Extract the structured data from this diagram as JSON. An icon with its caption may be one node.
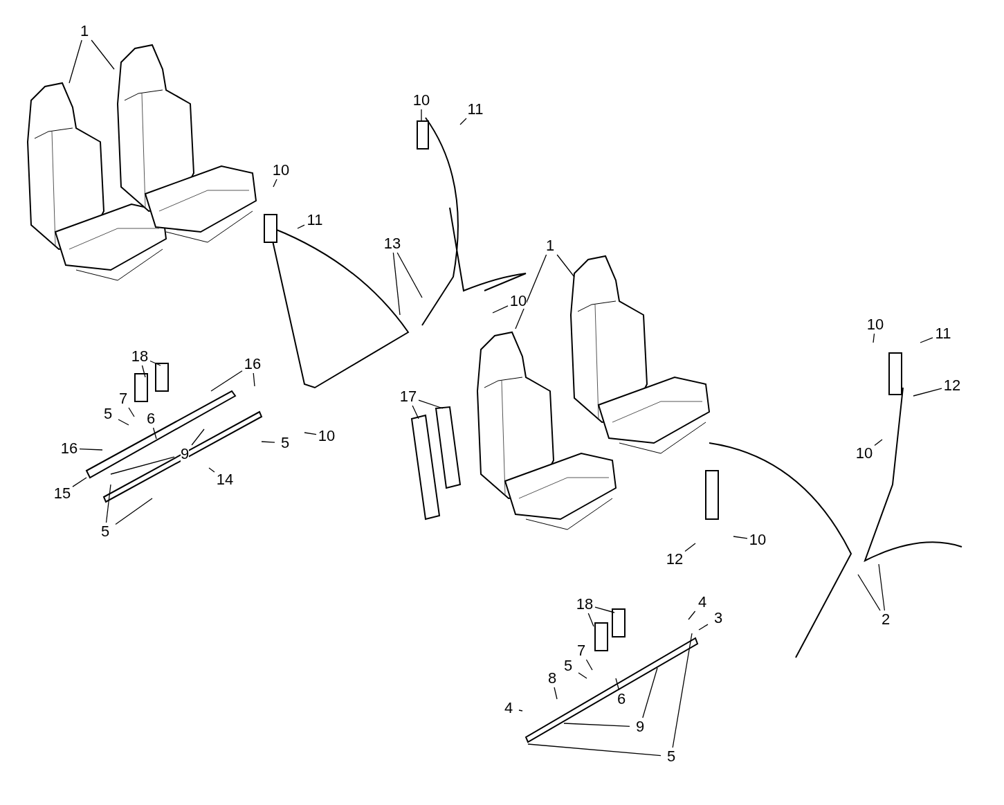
{
  "diagram": {
    "nodes": [
      {
        "text": [
          "1"
        ]
      },
      {
        "text": [
          "10"
        ]
      },
      {
        "text": [
          "11"
        ]
      },
      {
        "text": [
          "10"
        ]
      },
      {
        "text": [
          "11"
        ]
      },
      {
        "text": [
          "13"
        ]
      },
      {
        "text": [
          "1"
        ]
      },
      {
        "text": [
          "10"
        ]
      },
      {
        "text": [
          "10"
        ]
      },
      {
        "text": [
          "11"
        ]
      },
      {
        "text": [
          "12"
        ]
      },
      {
        "text": [
          "10"
        ]
      },
      {
        "text": [
          "18"
        ]
      },
      {
        "text": [
          "16"
        ]
      },
      {
        "text": [
          "17"
        ]
      },
      {
        "text": [
          "7"
        ]
      },
      {
        "text": [
          "5"
        ]
      },
      {
        "text": [
          "6"
        ]
      },
      {
        "text": [
          "5"
        ]
      },
      {
        "text": [
          "16"
        ]
      },
      {
        "text": [
          "10"
        ]
      },
      {
        "text": [
          "9"
        ]
      },
      {
        "text": [
          "15"
        ]
      },
      {
        "text": [
          "14"
        ]
      },
      {
        "text": [
          "5"
        ]
      },
      {
        "text": [
          "10"
        ]
      },
      {
        "text": [
          "12"
        ]
      },
      {
        "text": [
          "2"
        ]
      },
      {
        "text": [
          "18"
        ]
      },
      {
        "text": [
          "4"
        ]
      },
      {
        "text": [
          "3"
        ]
      },
      {
        "text": [
          "7"
        ]
      },
      {
        "text": [
          "5"
        ]
      },
      {
        "text": [
          "8"
        ]
      },
      {
        "text": [
          "6"
        ]
      },
      {
        "text": [
          "9"
        ]
      },
      {
        "text": [
          "4"
        ]
      },
      {
        "text": [
          "5"
        ]
      }
    ],
    "edges": [
      {
        "from": 0,
        "to": null,
        "arrow": "none"
      },
      {
        "from": 0,
        "to": null,
        "arrow": "none"
      },
      {
        "from": 1,
        "to": null,
        "arrow": "none"
      },
      {
        "from": 2,
        "to": null,
        "arrow": "none"
      },
      {
        "from": 3,
        "to": null,
        "arrow": "none"
      },
      {
        "from": 4,
        "to": null,
        "arrow": "none"
      },
      {
        "from": 5,
        "to": null,
        "arrow": "none"
      },
      {
        "from": 5,
        "to": null,
        "arrow": "none"
      },
      {
        "from": 6,
        "to": null,
        "arrow": "none"
      },
      {
        "from": 6,
        "to": null,
        "arrow": "none"
      },
      {
        "from": 7,
        "to": null,
        "arrow": "none"
      },
      {
        "from": 8,
        "to": null,
        "arrow": "none"
      },
      {
        "from": 9,
        "to": null,
        "arrow": "none"
      },
      {
        "from": 10,
        "to": null,
        "arrow": "none"
      },
      {
        "from": 11,
        "to": null,
        "arrow": "none"
      },
      {
        "from": 12,
        "to": null,
        "arrow": "none"
      },
      {
        "from": 12,
        "to": null,
        "arrow": "none"
      },
      {
        "from": 13,
        "to": null,
        "arrow": "none"
      },
      {
        "from": 13,
        "to": null,
        "arrow": "none"
      },
      {
        "from": 14,
        "to": null,
        "arrow": "none"
      },
      {
        "from": 14,
        "to": null,
        "arrow": "none"
      },
      {
        "from": 15,
        "to": null,
        "arrow": "none"
      },
      {
        "from": 16,
        "to": null,
        "arrow": "none"
      },
      {
        "from": 17,
        "to": null,
        "arrow": "none"
      },
      {
        "from": 18,
        "to": null,
        "arrow": "none"
      },
      {
        "from": 19,
        "to": null,
        "arrow": "none"
      },
      {
        "from": 20,
        "to": null,
        "arrow": "none"
      },
      {
        "from": 21,
        "to": null,
        "arrow": "none"
      },
      {
        "from": 21,
        "to": null,
        "arrow": "none"
      },
      {
        "from": 22,
        "to": null,
        "arrow": "none"
      },
      {
        "from": 23,
        "to": null,
        "arrow": "none"
      },
      {
        "from": 24,
        "to": null,
        "arrow": "none"
      },
      {
        "from": 24,
        "to": null,
        "arrow": "none"
      },
      {
        "from": 25,
        "to": null,
        "arrow": "none"
      },
      {
        "from": 26,
        "to": null,
        "arrow": "none"
      },
      {
        "from": 27,
        "to": null,
        "arrow": "none"
      },
      {
        "from": 27,
        "to": null,
        "arrow": "none"
      },
      {
        "from": 28,
        "to": null,
        "arrow": "none"
      },
      {
        "from": 28,
        "to": null,
        "arrow": "none"
      },
      {
        "from": 29,
        "to": null,
        "arrow": "none"
      },
      {
        "from": 30,
        "to": null,
        "arrow": "none"
      },
      {
        "from": 31,
        "to": null,
        "arrow": "none"
      },
      {
        "from": 32,
        "to": null,
        "arrow": "none"
      },
      {
        "from": 33,
        "to": null,
        "arrow": "none"
      },
      {
        "from": 34,
        "to": null,
        "arrow": "none"
      },
      {
        "from": 35,
        "to": null,
        "arrow": "none"
      },
      {
        "from": 35,
        "to": null,
        "arrow": "none"
      },
      {
        "from": 36,
        "to": null,
        "arrow": "none"
      },
      {
        "from": 37,
        "to": null,
        "arrow": "none"
      },
      {
        "from": 37,
        "to": null,
        "arrow": "none"
      }
    ]
  }
}
